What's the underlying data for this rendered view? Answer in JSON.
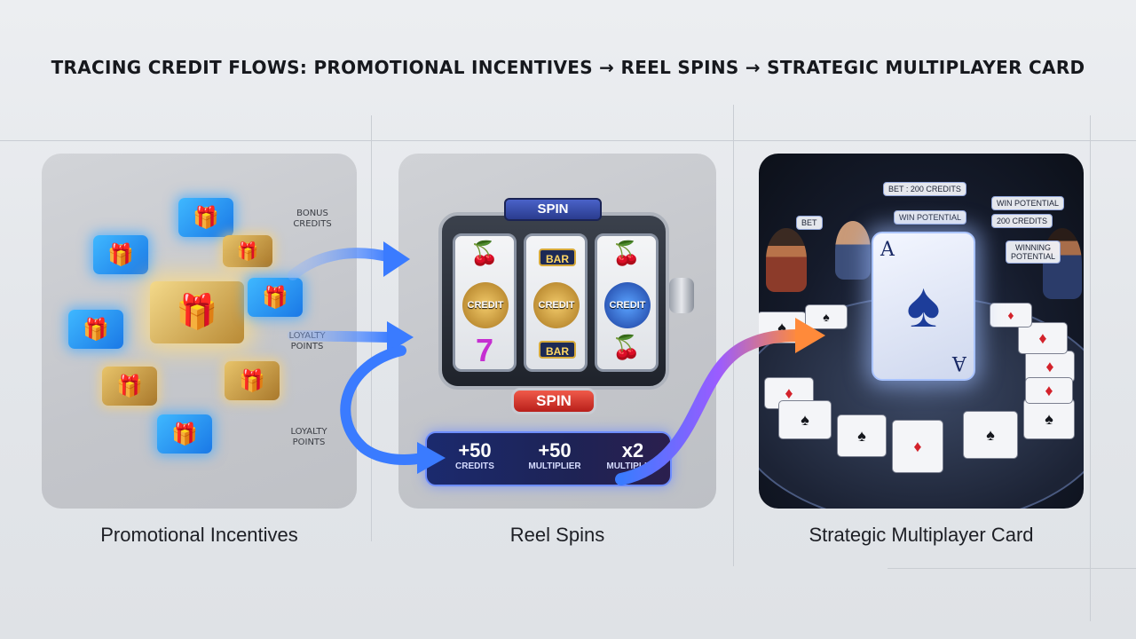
{
  "title": "TRACING CREDIT FLOWS: PROMOTIONAL INCENTIVES → REEL SPINS → STRATEGIC MULTIPLAYER CARD",
  "panels": [
    {
      "caption": "Promotional Incentives",
      "labels": {
        "bonus_line1": "BONUS",
        "bonus_line2": "CREDITS",
        "loyalty1_line1": "LOYALTY",
        "loyalty1_line2": "POINTS",
        "loyalty2_line1": "LOYALTY",
        "loyalty2_line2": "POINTS"
      },
      "ticket_icon": "gift-icon"
    },
    {
      "caption": "Reel Spins",
      "spin_top": "SPIN",
      "spin_button": "SPIN",
      "reel_symbols": {
        "bar": "BAR",
        "credit": "CREDIT",
        "seven": "7"
      },
      "bonus": [
        {
          "value": "+50",
          "label": "CREDITS"
        },
        {
          "value": "+50",
          "label": "MULTIPLIER"
        },
        {
          "value": "x2",
          "label": "MULTIPLIER"
        }
      ]
    },
    {
      "caption": "Strategic Multiplayer Card",
      "hud": {
        "bet_top": "BET : 200 CREDITS",
        "win_left": "WIN POTENTIAL",
        "bet_left": "BET",
        "win_right": "WIN POTENTIAL",
        "credits_right": "200 CREDITS",
        "potential_line1": "WINNING",
        "potential_line2": "POTENTIAL"
      },
      "big_card_rank": "A",
      "big_card_suit": "♠"
    }
  ],
  "colors": {
    "flow_blue": "#3a7bff",
    "flow_orange": "#ff8a3a",
    "ticket_blue": "#1a78e6",
    "ticket_gold": "#b98a35"
  }
}
